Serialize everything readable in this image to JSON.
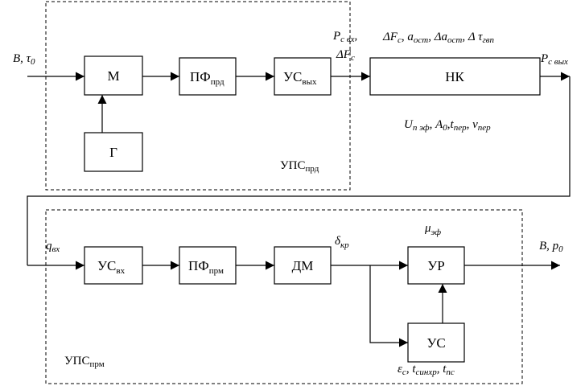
{
  "blocks": {
    "m": {
      "label": "М"
    },
    "g": {
      "label": "Г"
    },
    "pf_prd": {
      "label": "ПФ",
      "sub": "прд"
    },
    "us_vyh": {
      "label": "УС",
      "sub": "вых"
    },
    "nk": {
      "label": "НК"
    },
    "us_vh": {
      "label": "УС",
      "sub": "вх"
    },
    "pf_prm": {
      "label": "ПФ",
      "sub": "прм"
    },
    "dm": {
      "label": "ДМ"
    },
    "ur": {
      "label": "УР"
    },
    "us": {
      "label": "УС"
    }
  },
  "groups": {
    "ups_prd": {
      "label": "УПС",
      "sub": "прд"
    },
    "ups_prm": {
      "label": "УПС",
      "sub": "прм"
    }
  },
  "signals": {
    "input": {
      "a": "B, ",
      "tau": "τ",
      "tau_sub": "0"
    },
    "p_c_vh": {
      "p": "P",
      "sub": "c вх",
      "comma": ","
    },
    "delta_fc": {
      "main": "ΔF",
      "sub": "c"
    },
    "nk_params_top": {
      "part1": "ΔF",
      "part1_sub": "c",
      "part2": ", a",
      "part2_sub": "ост",
      "part3": ", Δa",
      "part3_sub": "ост",
      "part4": ", Δ τ",
      "part4_sub": "гвп"
    },
    "nk_params_bottom": {
      "part1": "U",
      "part1_sub": "п эф",
      "part2": ", A",
      "part2_sub": "0",
      "part3": ",t",
      "part3_sub": "пер",
      "part4": ",  ν",
      "part4_sub": "пер"
    },
    "p_c_vyh": {
      "p": "P",
      "sub": "c вых"
    },
    "q_vh": {
      "q": "q",
      "sub": "вх"
    },
    "delta_kr": {
      "main": "δ",
      "sub": "кр"
    },
    "mu_ef": {
      "main": "μ",
      "sub": "эф"
    },
    "output": {
      "text": "B, p",
      "sub": "0"
    },
    "us_params": {
      "e": "ε",
      "e_sub": "c",
      "t1": ", t",
      "t1_sub": "синхр",
      "t2": ", t",
      "t2_sub": "пс"
    }
  }
}
